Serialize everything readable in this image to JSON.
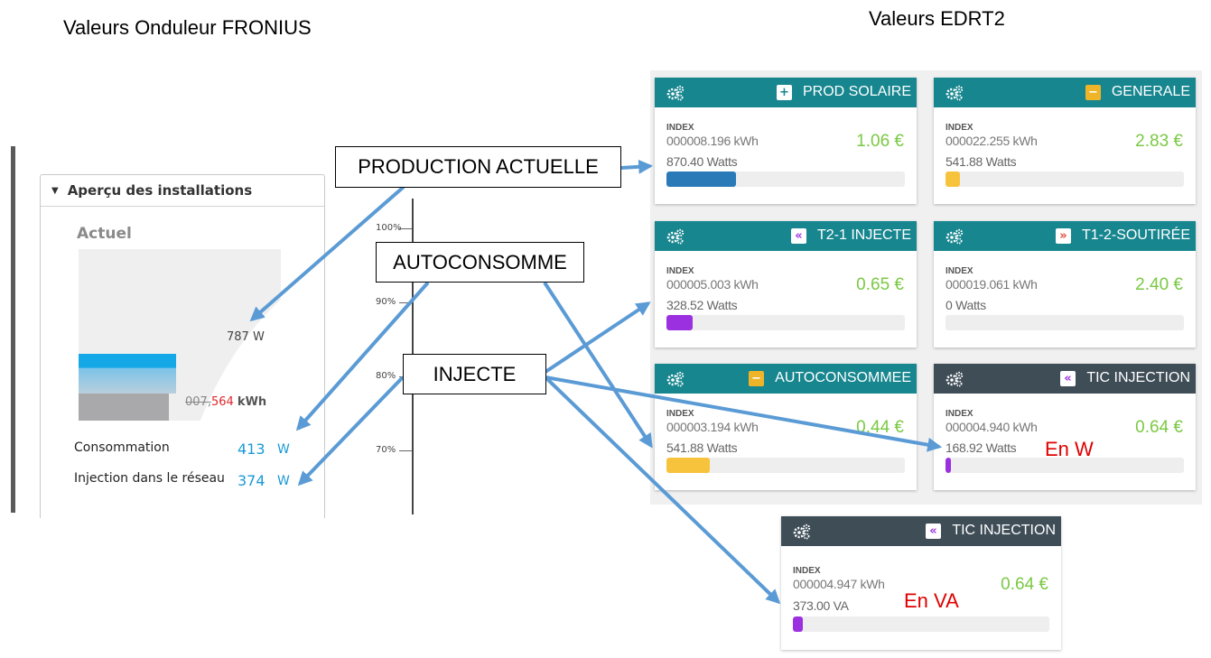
{
  "titles": {
    "left": "Valeurs Onduleur FRONIUS",
    "right": "Valeurs EDRT2"
  },
  "fronius": {
    "panel_title": "Aperçu des installations",
    "actuel": "Actuel",
    "gauge_power": "787 W",
    "counter_prefix": "007,",
    "counter_red": "564",
    "counter_unit": "kWh",
    "consommation_label": "Consommation",
    "consommation_value": "413",
    "consommation_unit": "W",
    "injection_label": "Injection dans le réseau",
    "injection_value": "374",
    "injection_unit": "W",
    "axis_ticks": [
      "100%",
      "90%",
      "80%",
      "70%"
    ]
  },
  "callouts": {
    "production": "PRODUCTION ACTUELLE",
    "autoconsomme": "AUTOCONSOMME",
    "injecte": "INJECTE"
  },
  "edrt2": {
    "cards": [
      {
        "title": "PROD SOLAIRE",
        "icon": "plus-icon",
        "index_label": "INDEX",
        "index": "000008.196 kWh",
        "power": "870.40 Watts",
        "price": "1.06 €",
        "bar_fraction": 0.29,
        "bar_color": "#2a7ab8",
        "head": "teal",
        "icon_color": "#17868f"
      },
      {
        "title": "GENERALE",
        "icon": "minus-square-icon",
        "index_label": "INDEX",
        "index": "000022.255 kWh",
        "power": "541.88 Watts",
        "price": "2.83 €",
        "bar_fraction": 0.06,
        "bar_color": "#f7c33c",
        "head": "teal",
        "icon_color": "#f0b429"
      },
      {
        "title": "T2-1 INJECTE",
        "icon": "double-chevron-left-icon",
        "index_label": "INDEX",
        "index": "000005.003 kWh",
        "power": "328.52 Watts",
        "price": "0.65 €",
        "bar_fraction": 0.11,
        "bar_color": "#9b30e0",
        "head": "teal",
        "icon_color": "#9b30e0"
      },
      {
        "title": "T1-2-SOUTIRÉE",
        "icon": "double-chevron-right-icon",
        "index_label": "INDEX",
        "index": "000019.061 kWh",
        "power": "0 Watts",
        "price": "2.40 €",
        "bar_fraction": 0.0,
        "bar_color": "#e04a3a",
        "head": "teal",
        "icon_color": "#e04a3a"
      },
      {
        "title": "AUTOCONSOMMEE",
        "icon": "minus-square-icon",
        "index_label": "INDEX",
        "index": "000003.194 kWh",
        "power": "541.88 Watts",
        "price": "0.44 €",
        "bar_fraction": 0.18,
        "bar_color": "#f7c33c",
        "head": "teal",
        "icon_color": "#f0b429"
      },
      {
        "title": "TIC INJECTION",
        "icon": "double-chevron-left-icon",
        "index_label": "INDEX",
        "index": "000004.940 kWh",
        "power": "168.92 Watts",
        "price": "0.64 €",
        "bar_fraction": 0.02,
        "bar_color": "#9b30e0",
        "head": "dark",
        "icon_color": "#9b30e0"
      },
      {
        "title": "TIC INJECTION",
        "icon": "double-chevron-left-icon",
        "index_label": "INDEX",
        "index": "000004.947 kWh",
        "power": "373.00 VA",
        "price": "0.64 €",
        "bar_fraction": 0.04,
        "bar_color": "#9b30e0",
        "head": "dark",
        "icon_color": "#9b30e0"
      }
    ],
    "note_w": "En W",
    "note_va": "En VA"
  },
  "colors": {
    "arrow": "#5b9bd5",
    "teal_header": "#17868f",
    "dark_header": "#3f4d57",
    "price_green": "#7ac943",
    "value_blue": "#1a9ad6"
  }
}
